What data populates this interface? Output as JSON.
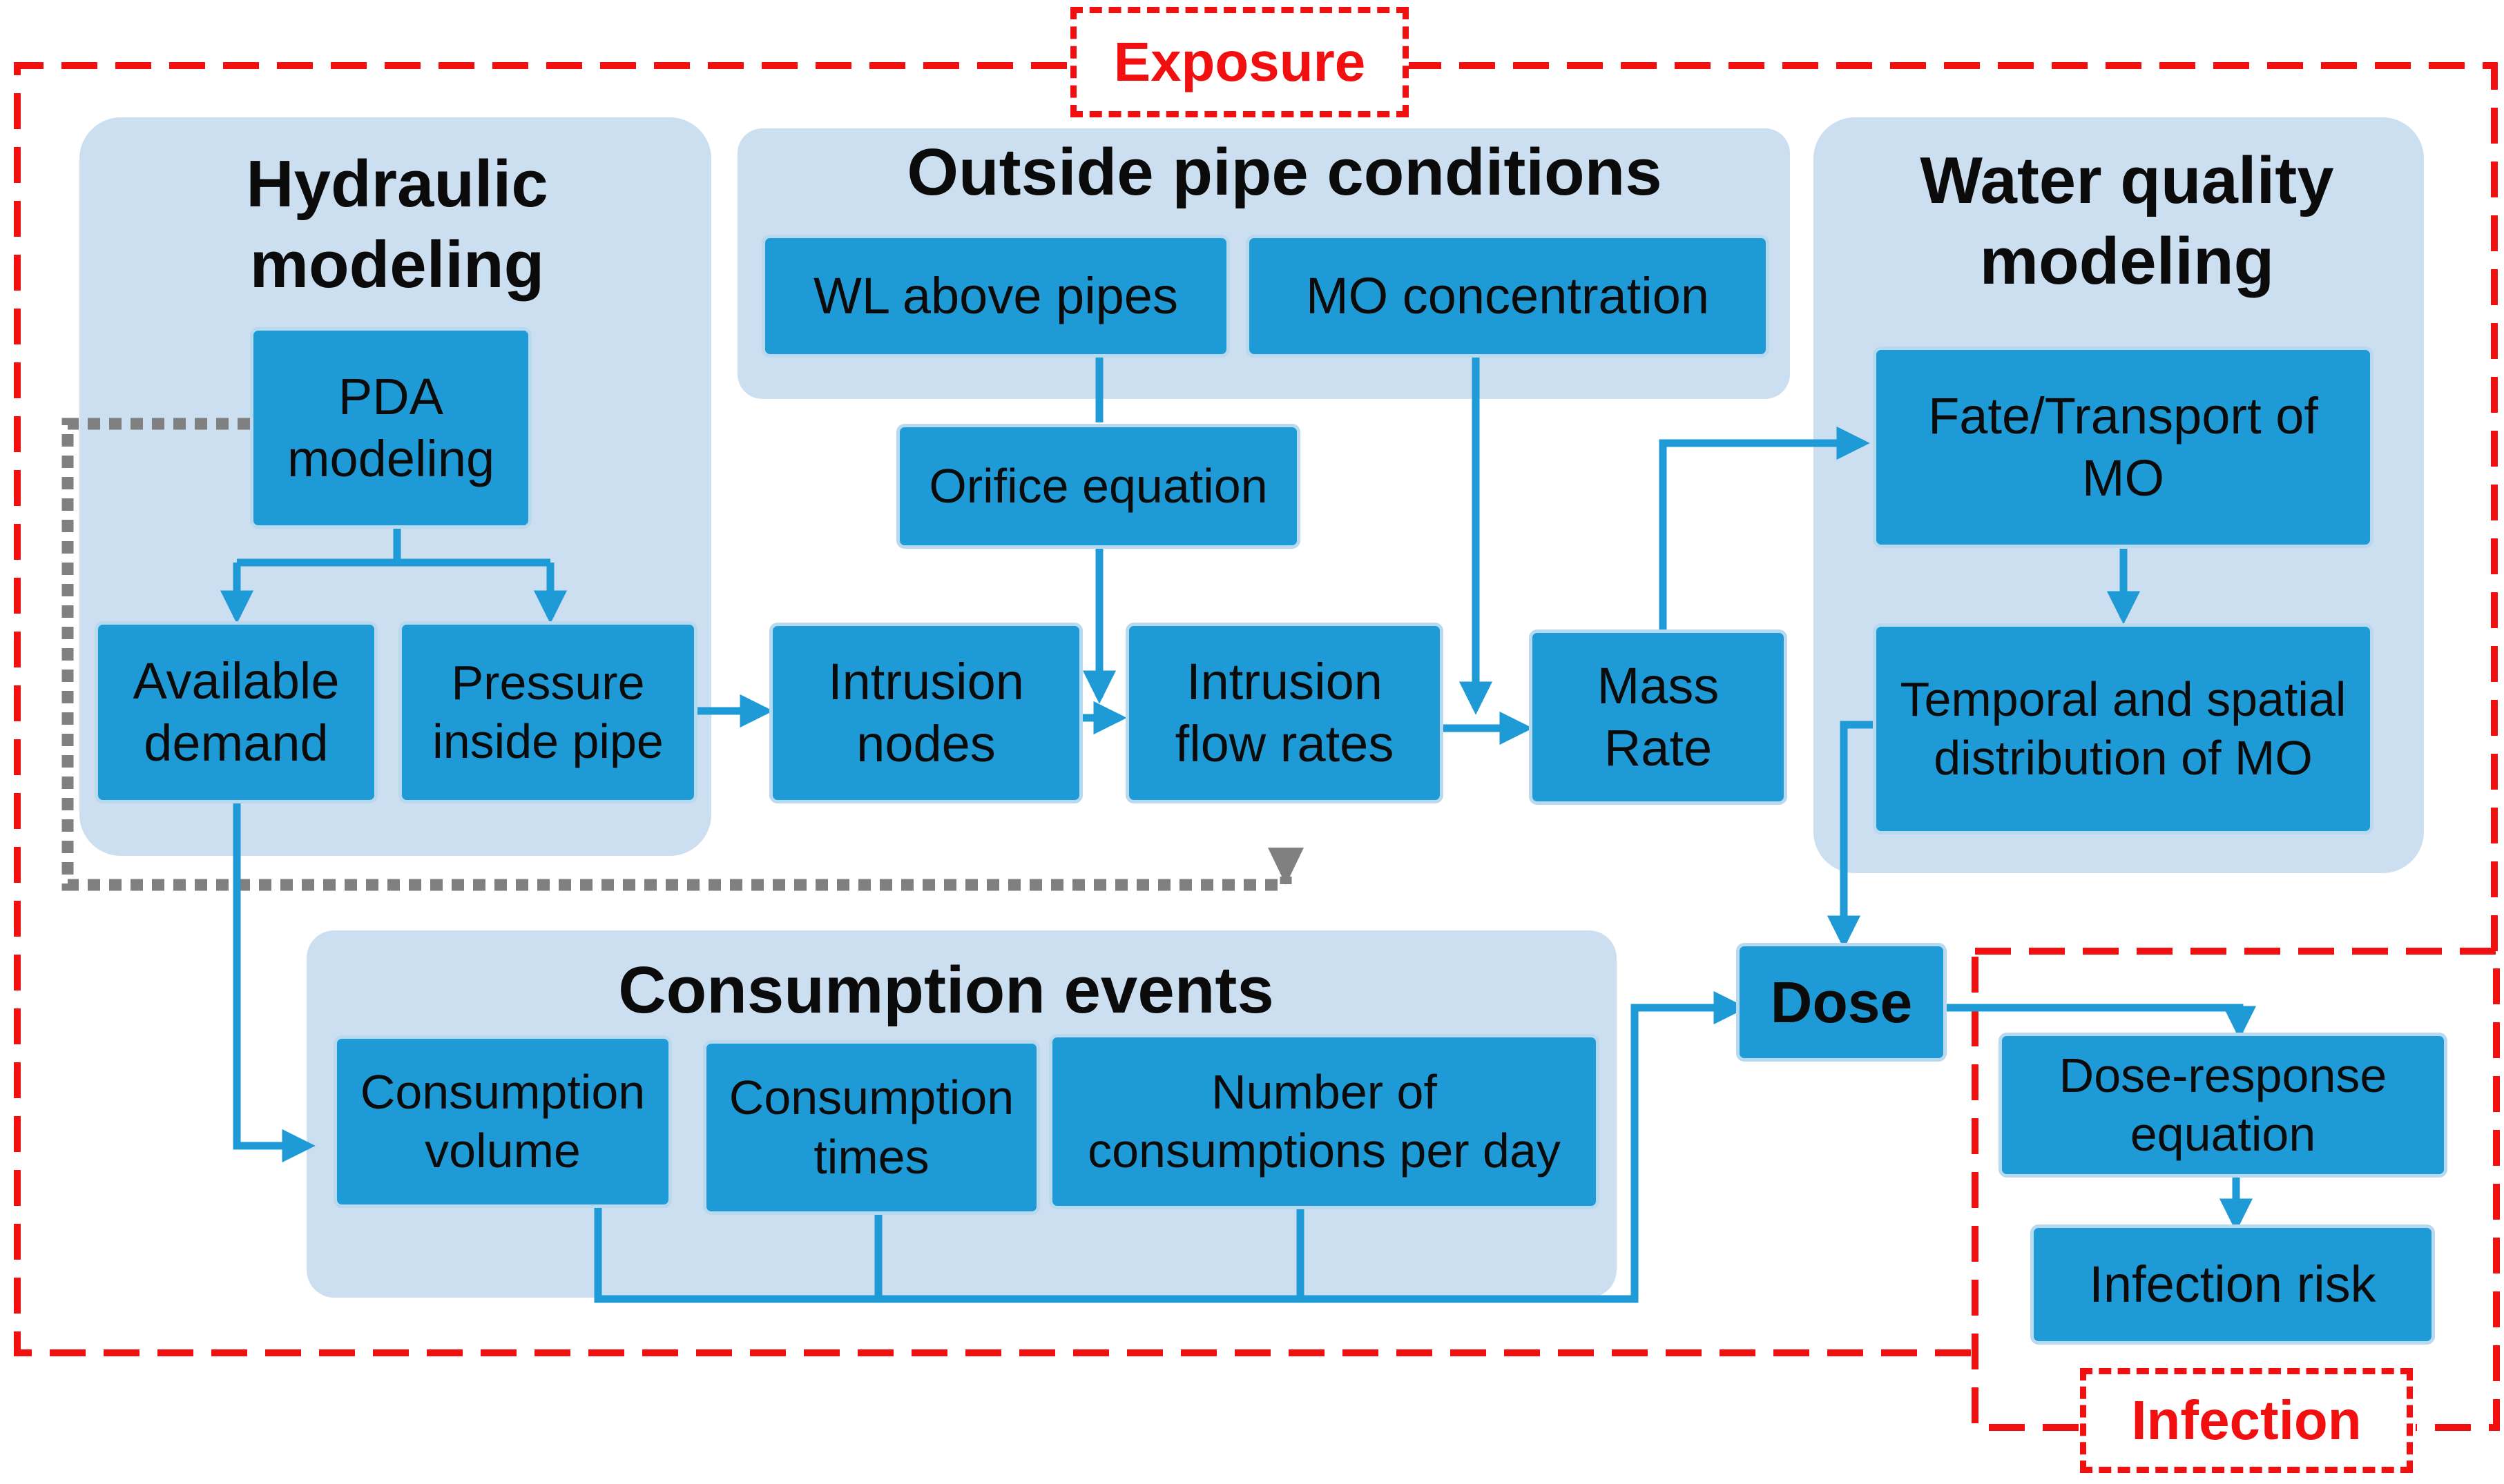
{
  "labels": {
    "exposure": "Exposure",
    "infection": "Infection"
  },
  "groups": {
    "hydraulic": "Hydraulic\nmodeling",
    "outside": "Outside pipe conditions",
    "quality": "Water quality\nmodeling",
    "consumption": "Consumption events"
  },
  "nodes": {
    "pda": "PDA\nmodeling",
    "available": "Available\ndemand",
    "pressure": "Pressure\ninside pipe",
    "wl": "WL above pipes",
    "mo_conc": "MO concentration",
    "orifice": "Orifice equation",
    "intrusion_nodes": "Intrusion\nnodes",
    "intrusion_flow": "Intrusion\nflow rates",
    "mass_rate": "Mass\nRate",
    "fate": "Fate/Transport of\nMO",
    "temporal": "Temporal and spatial\ndistribution of MO",
    "dose": "Dose",
    "dose_response": "Dose-response\nequation",
    "infection_risk": "Infection risk",
    "cons_volume": "Consumption\nvolume",
    "cons_times": "Consumption\ntimes",
    "cons_number": "Number of\nconsumptions per day"
  },
  "colors": {
    "node_fill": "#1e9ad6",
    "group_fill": "#ccdff0",
    "arrow": "#1e9ad6",
    "dashed_frame": "#f20f0f",
    "dotted_link": "#808080"
  }
}
